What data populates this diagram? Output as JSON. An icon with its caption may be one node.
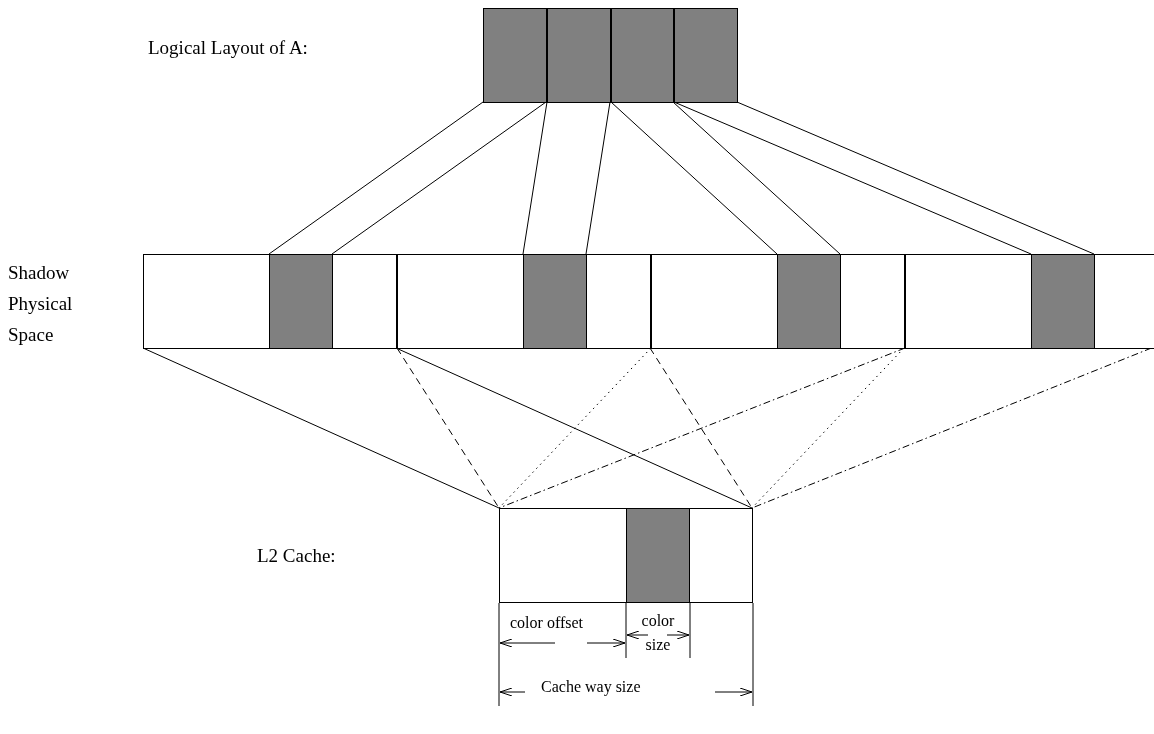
{
  "diagram": {
    "nodes": [
      {
        "text": [],
        "shape": "box"
      },
      {
        "text": [],
        "shape": "box"
      },
      {
        "text": [],
        "shape": "box"
      },
      {
        "text": [],
        "shape": "box"
      },
      {
        "text": [],
        "shape": "box"
      },
      {
        "text": [],
        "shape": "box"
      },
      {
        "text": [],
        "shape": "box"
      },
      {
        "text": [],
        "shape": "box"
      },
      {
        "text": [],
        "shape": "box",
        "in": 4
      },
      {
        "text": [],
        "shape": "box",
        "in": 5
      },
      {
        "text": [],
        "shape": "box",
        "in": 6
      },
      {
        "text": [],
        "shape": "box",
        "in": 7
      },
      {
        "text": [],
        "shape": "box"
      },
      {
        "text": [],
        "shape": "box",
        "in": 12
      }
    ],
    "edges": [
      {
        "from": 0,
        "to": 8,
        "arrow": "none"
      },
      {
        "from": 0,
        "to": 8,
        "arrow": "none"
      },
      {
        "from": 1,
        "to": 9,
        "arrow": "none"
      },
      {
        "from": 1,
        "to": 9,
        "arrow": "none"
      },
      {
        "from": 2,
        "to": 10,
        "arrow": "none"
      },
      {
        "from": 2,
        "to": 10,
        "arrow": "none"
      },
      {
        "from": 3,
        "to": 11,
        "arrow": "none"
      },
      {
        "from": 3,
        "to": 11,
        "arrow": "none"
      },
      {
        "from": 4,
        "to": 12,
        "arrow": "none"
      },
      {
        "from": 4,
        "to": 12,
        "arrow": "none"
      },
      {
        "from": 5,
        "to": 12,
        "arrow": "none",
        "style": "dashed"
      },
      {
        "from": 5,
        "to": 12,
        "arrow": "none",
        "style": "dashed"
      },
      {
        "from": 6,
        "to": 12,
        "arrow": "none",
        "style": "dashed"
      },
      {
        "from": 6,
        "to": 12,
        "arrow": "none",
        "style": "dashed"
      },
      {
        "from": 7,
        "to": 12,
        "arrow": "none",
        "style": "dashed"
      },
      {
        "from": 7,
        "to": 12,
        "arrow": "none",
        "style": "dashed"
      }
    ],
    "labels": [
      "Logical Layout of A:",
      "Shadow Physical Space",
      "L2 Cache:",
      "color offset",
      "color size",
      "Cache way size"
    ]
  }
}
